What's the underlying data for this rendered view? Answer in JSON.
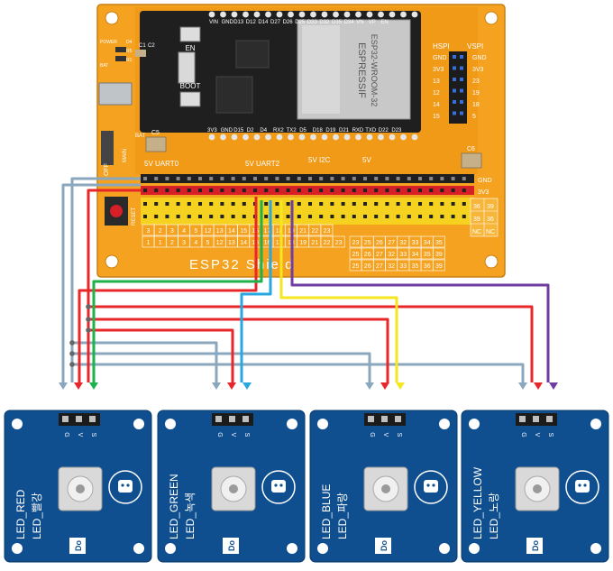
{
  "board": {
    "silkscreen_title": "ESP32 Shield",
    "top_pin_labels": [
      "VIN",
      "GND",
      "D13",
      "D12",
      "D14",
      "D27",
      "D26",
      "D25",
      "D33",
      "D32",
      "D35",
      "D34",
      "VN",
      "VP",
      "EN"
    ],
    "bottom_pin_labels": [
      "3V3",
      "GND",
      "D15",
      "D2",
      "D4",
      "RX2",
      "TX2",
      "D5",
      "D18",
      "D19",
      "D21",
      "RXD",
      "TXD",
      "D22",
      "D23"
    ],
    "module_brand": "ESPRESSIF",
    "module_model": "ESP32-WROOM-32",
    "button_en": "EN",
    "button_boot": "BOOT",
    "switch_labels": {
      "off": "OFF",
      "main": "MAIN",
      "bat": "BAT"
    },
    "cap_labels": {
      "c5": "C5",
      "c6": "C6",
      "c1": "C1",
      "c2": "C2"
    },
    "small_labels": {
      "d4": "D4",
      "r1": "R1",
      "r5": "R5",
      "d1": "D1",
      "power": "POWER",
      "bat_side": "BAT"
    },
    "reset_label": "RESET",
    "header_groups": {
      "uart0": "5V UART0",
      "uart2": "5V UART2",
      "i2c": "5V I2C",
      "v5": "5V"
    },
    "rail_labels": {
      "gnd": "GND",
      "v3": "3V3"
    },
    "spi_titles": {
      "hspi": "HSPI",
      "vspi": "VSPI"
    },
    "spi_rows_left": [
      "GND",
      "3V3",
      "13",
      "12",
      "14",
      "15"
    ],
    "spi_rows_right": [
      "GND",
      "3V3",
      "23",
      "19",
      "18",
      "5"
    ],
    "right_block": {
      "r1a": "36",
      "r1b": "39",
      "r2a": "39",
      "r2b": "36",
      "nc1": "NC",
      "nc2": "NC"
    },
    "gpio_row1": [
      "3",
      "2",
      "3",
      "4",
      "5",
      "12",
      "13",
      "14",
      "15",
      "16",
      "17",
      "18",
      "19",
      "21",
      "22",
      "23"
    ],
    "gpio_row2": [
      "1",
      "1",
      "2",
      "3",
      "4",
      "5",
      "12",
      "13",
      "14",
      "15",
      "16",
      "17",
      "18",
      "19",
      "21",
      "22",
      "23"
    ],
    "gpio_row3": [
      "23",
      "25",
      "26",
      "27",
      "32",
      "33",
      "34",
      "35"
    ],
    "gpio_row4": [
      "25",
      "26",
      "27",
      "32",
      "33",
      "34",
      "35",
      "39"
    ],
    "gpio_row5": [
      "25",
      "26",
      "27",
      "32",
      "33",
      "35",
      "36",
      "39"
    ]
  },
  "wire_colors": {
    "gnd": "#8aa7bd",
    "vcc": "#e8272a",
    "green": "#1db24b",
    "blue": "#29a8e0",
    "yellow": "#f5e61e",
    "purple": "#6f3ea0"
  },
  "modules": [
    {
      "label_en": "LED_RED",
      "label_ko": "LED_빨강",
      "pins": [
        "G",
        "V",
        "S"
      ],
      "tag": "Do",
      "signal_color": "#1db24b"
    },
    {
      "label_en": "LED_GREEN",
      "label_ko": "LED_녹색",
      "pins": [
        "G",
        "V",
        "S"
      ],
      "tag": "Do",
      "signal_color": "#29a8e0"
    },
    {
      "label_en": "LED_BLUE",
      "label_ko": "LED_파랑",
      "pins": [
        "G",
        "V",
        "S"
      ],
      "tag": "Do",
      "signal_color": "#f5e61e"
    },
    {
      "label_en": "LED_YELLOW",
      "label_ko": "LED_노랑",
      "pins": [
        "G",
        "V",
        "S"
      ],
      "tag": "Do",
      "signal_color": "#6f3ea0"
    }
  ]
}
